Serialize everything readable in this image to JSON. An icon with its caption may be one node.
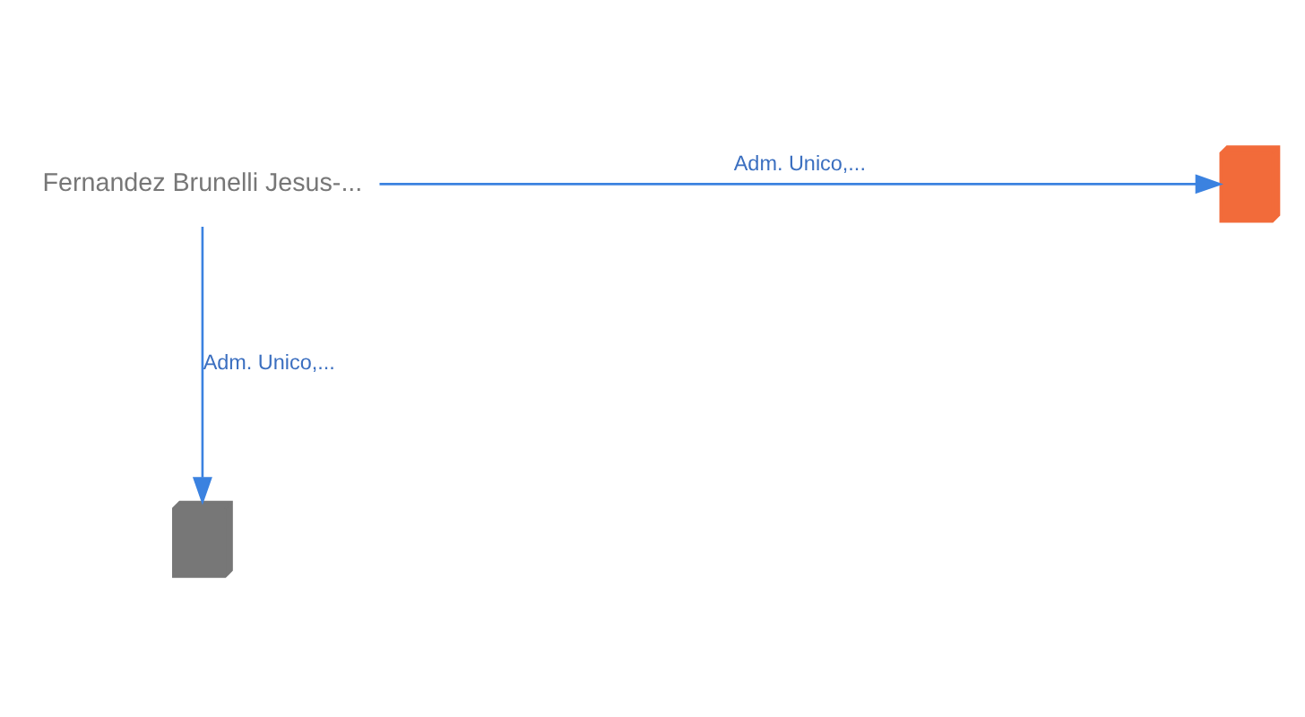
{
  "diagram": {
    "nodes": [
      {
        "text": [
          "Fernandez Brunelli Jesus-..."
        ]
      },
      {
        "text": [],
        "shape": "building"
      },
      {
        "text": [],
        "shape": "building"
      }
    ],
    "edges": [
      {
        "from": 0,
        "to": 1,
        "arrow": "to",
        "label": "Adm. Unico,..."
      },
      {
        "from": 0,
        "to": 2,
        "arrow": "to",
        "label": "Adm. Unico,..."
      }
    ]
  }
}
